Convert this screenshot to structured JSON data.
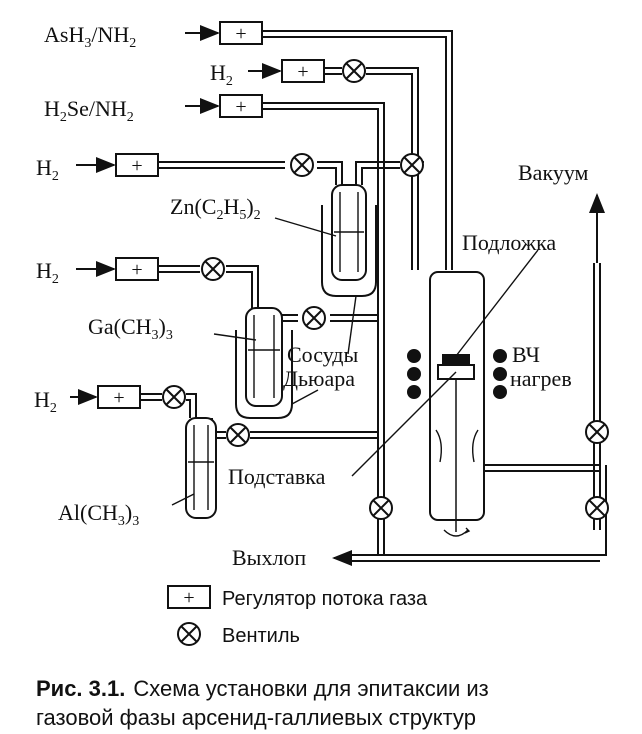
{
  "labels": {
    "ash3_base": "AsH",
    "ash3_sub": "3",
    "ash3_rest": "/NH",
    "ash3_sub2": "2",
    "h2_base": "H",
    "h2_sub": "2",
    "h2se_base": "H",
    "h2se_sub": "2",
    "h2se_rest": "Se/NH",
    "h2se_sub2": "2",
    "zn_base": "Zn(C",
    "zn_sub1": "2",
    "zn_mid": "H",
    "zn_sub2": "5",
    "zn_end": ")",
    "zn_sub3": "2",
    "ga_base": "Ga(CH",
    "ga_sub1": "3",
    "ga_end": ")",
    "ga_sub2": "3",
    "al_base": "Al(CH",
    "al_sub1": "3",
    "al_end": ")",
    "al_sub2": "3",
    "vacuum": "Вакуум",
    "substrate": "Подложка",
    "dewar_line1": "Сосуды",
    "dewar_line2": "Дьюара",
    "rf_line1": "ВЧ",
    "rf_line2": "нагрев",
    "holder": "Подставка",
    "exhaust": "Выхлоп"
  },
  "legend": {
    "regulator": "Регулятор потока газа",
    "valve": "Вентиль",
    "plus_symbol": "+"
  },
  "caption": {
    "label": "Рис. 3.1.",
    "line1": "Схема установки для эпитаксии из",
    "line2": "газовой фазы арсенид-галлиевых структур"
  },
  "icons": [
    "flow-regulator-icon",
    "valve-icon",
    "arrow-icon",
    "dewar-vessel-icon",
    "rf-coil-icon",
    "reactor-icon"
  ]
}
